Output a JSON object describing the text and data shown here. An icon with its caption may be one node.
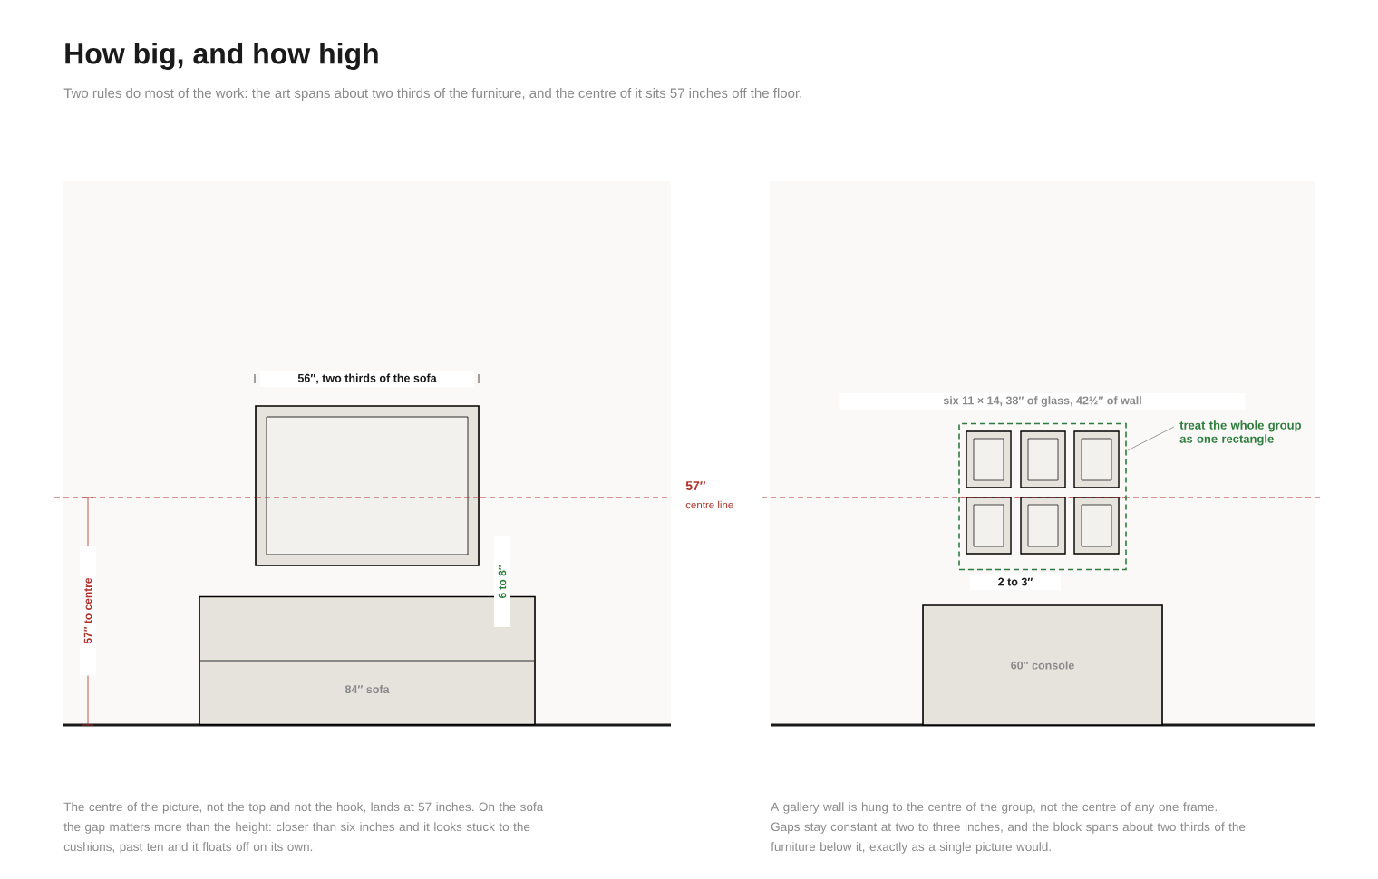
{
  "diagram": {
    "title": "How big, and how high",
    "caption": "Two rules do most of the work: the art spans about two thirds of the furniture, and the centre of it sits 57 inches off the floor.",
    "nodes": [
      {
        "text": [
          "84″ sofa"
        ]
      },
      {
        "text": [],
        "shape": "box"
      },
      {
        "text": [
          "treat the whole group as one rectangle"
        ]
      },
      {
        "text": [
          "60″ console"
        ]
      }
    ],
    "edges": [
      {
        "from": 2,
        "to": 1,
        "arrow": "none"
      }
    ],
    "labels": [
      "56″, two thirds of the sofa",
      "57″",
      "centre line",
      "6 to 8″",
      "57″ to centre",
      "six 11 × 14, 38″ of glass, 42½″ of wall",
      "2 to 3″",
      "The centre of the picture, not the top and not the hook, lands at 57 inches. On the sofa the gap matters more than the height: closer than six inches and it looks stuck to the cushions, past ten and it floats off on its own.",
      "A gallery wall is hung to the centre of the group, not the centre of any one frame. Gaps stay constant at two to three inches, and the block spans about two thirds of the furniture below it, exactly as a single picture would."
    ]
  }
}
